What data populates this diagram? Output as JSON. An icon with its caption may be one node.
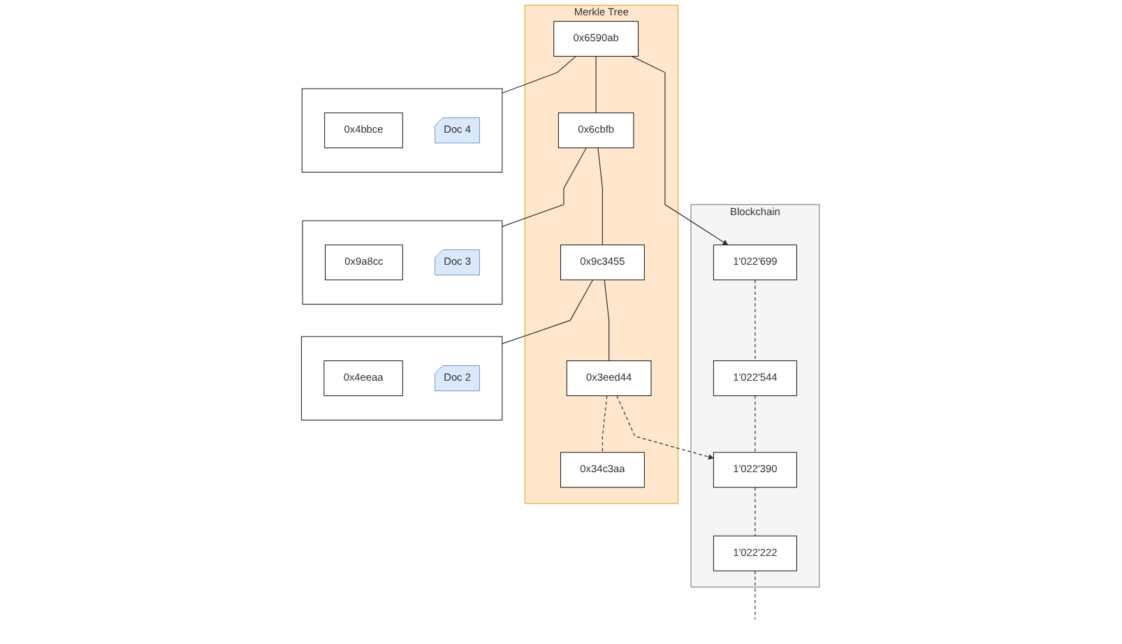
{
  "diagram": {
    "nodes": [
      {
        "text": [
          "Blockchain"
        ]
      },
      {
        "text": [
          "1'022'699"
        ],
        "in": 0
      },
      {
        "text": [
          "1'022'544"
        ],
        "in": 0
      },
      {
        "text": [
          "1'022'390"
        ],
        "in": 0
      },
      {
        "text": [
          "1'022'222"
        ],
        "in": 0
      },
      {
        "text": [
          "Merkle Tree"
        ]
      },
      {
        "text": [
          "0x6590ab"
        ],
        "in": 5
      },
      {
        "text": [
          "0x6cbfb"
        ],
        "in": 5
      },
      {
        "text": [
          "0x9c3455"
        ],
        "in": 5
      },
      {
        "text": [
          "0x3eed44"
        ],
        "in": 5
      },
      {
        "text": [
          "0x34c3aa"
        ],
        "in": 5
      },
      {
        "text": [],
        "shape": "box"
      },
      {
        "text": [
          "0x4bbce"
        ],
        "in": 11
      },
      {
        "text": [
          "Doc 4"
        ],
        "in": 11
      },
      {
        "text": [],
        "shape": "box"
      },
      {
        "text": [
          "0x9a8cc"
        ],
        "in": 14
      },
      {
        "text": [
          "Doc 3"
        ],
        "in": 14
      },
      {
        "text": [],
        "shape": "box"
      },
      {
        "text": [
          "0x4eeaa"
        ],
        "in": 17
      },
      {
        "text": [
          "Doc 2"
        ],
        "in": 17
      }
    ],
    "edges": [
      {
        "from": 6,
        "to": 1,
        "arrow": "to"
      },
      {
        "from": 1,
        "to": 2,
        "arrow": "none",
        "style": "dashed"
      },
      {
        "from": 2,
        "to": 3,
        "arrow": "none",
        "style": "dashed"
      },
      {
        "from": 3,
        "to": 4,
        "arrow": "none",
        "style": "dashed"
      },
      {
        "from": 4,
        "to": null,
        "arrow": "none",
        "style": "dashed"
      },
      {
        "from": 9,
        "to": 3,
        "arrow": "to",
        "style": "dashed"
      },
      {
        "from": 6,
        "to": 7,
        "arrow": "none"
      },
      {
        "from": 7,
        "to": 8,
        "arrow": "none"
      },
      {
        "from": 8,
        "to": 9,
        "arrow": "none"
      },
      {
        "from": 9,
        "to": 10,
        "arrow": "none",
        "style": "dashed"
      },
      {
        "from": 6,
        "to": 11,
        "arrow": "none"
      },
      {
        "from": 7,
        "to": 14,
        "arrow": "none"
      },
      {
        "from": 8,
        "to": 17,
        "arrow": "none"
      }
    ]
  }
}
